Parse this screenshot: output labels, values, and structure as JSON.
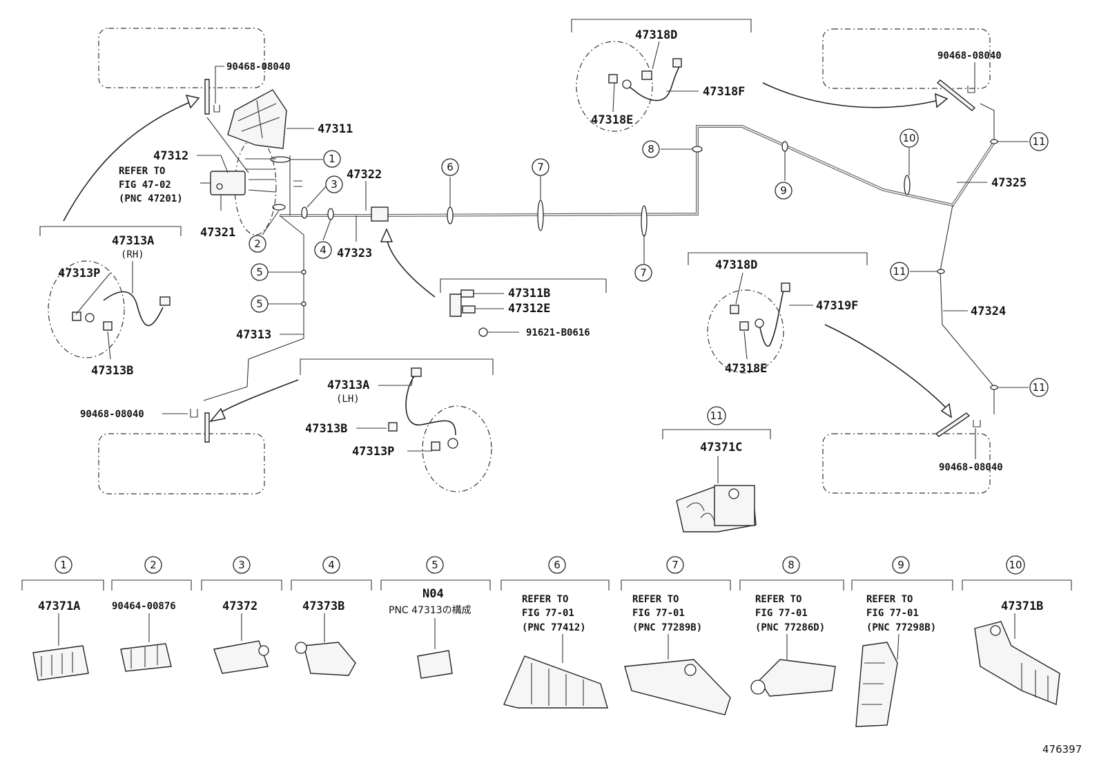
{
  "labels": {
    "p90468_tl": "90468-08040",
    "p47311": "47311",
    "p47312": "47312",
    "refer_a": "REFER TO",
    "refer_b": "FIG 47-02",
    "refer_c": "(PNC 47201)",
    "p47322": "47322",
    "p47321": "47321",
    "p47323": "47323",
    "p47313A_rh": "47313A",
    "rh": "(RH)",
    "p47313P_rh": "47313P",
    "p47313B_rh": "47313B",
    "p47313": "47313",
    "p90468_bl": "90468-08040",
    "p47313A_lh": "47313A",
    "lh": "(LH)",
    "p47313B_lh": "47313B",
    "p47313P_lh": "47313P",
    "p47311B": "47311B",
    "p47312E": "47312E",
    "p91621": "91621-B0616",
    "p47318D_top": "47318D",
    "p47318F": "47318F",
    "p47318E_top": "47318E",
    "p90468_tr": "90468-08040",
    "p47325": "47325",
    "p47318D_mid": "47318D",
    "p47319F": "47319F",
    "p47318E_mid": "47318E",
    "p47324": "47324",
    "p90468_br": "90468-08040",
    "p47371C": "47371C",
    "fig_no": "476397"
  },
  "callouts": {
    "c1": "1",
    "c2": "2",
    "c3": "3",
    "c4": "4",
    "c5a": "5",
    "c5b": "5",
    "c6": "6",
    "c7a": "7",
    "c7b": "7",
    "c8": "8",
    "c9": "9",
    "c10": "10",
    "c11a": "11",
    "c11b": "11",
    "c11c": "11",
    "c11d": "11"
  },
  "legend": [
    {
      "num": "1",
      "part": "47371A"
    },
    {
      "num": "2",
      "part": "90464-00876"
    },
    {
      "num": "3",
      "part": "47372"
    },
    {
      "num": "4",
      "part": "47373B"
    },
    {
      "num": "5",
      "part": "N04",
      "note": "PNC 47313の構成"
    },
    {
      "num": "6",
      "ref1": "REFER TO",
      "ref2": "FIG 77-01",
      "ref3": "(PNC 77412)"
    },
    {
      "num": "7",
      "ref1": "REFER TO",
      "ref2": "FIG 77-01",
      "ref3": "(PNC 77289B)"
    },
    {
      "num": "8",
      "ref1": "REFER TO",
      "ref2": "FIG 77-01",
      "ref3": "(PNC 77286D)"
    },
    {
      "num": "9",
      "ref1": "REFER TO",
      "ref2": "FIG 77-01",
      "ref3": "(PNC 77298B)"
    },
    {
      "num": "10",
      "part": "47371B"
    }
  ],
  "colors": {
    "line": "#222222",
    "pipe": "#666666",
    "background": "#ffffff"
  }
}
